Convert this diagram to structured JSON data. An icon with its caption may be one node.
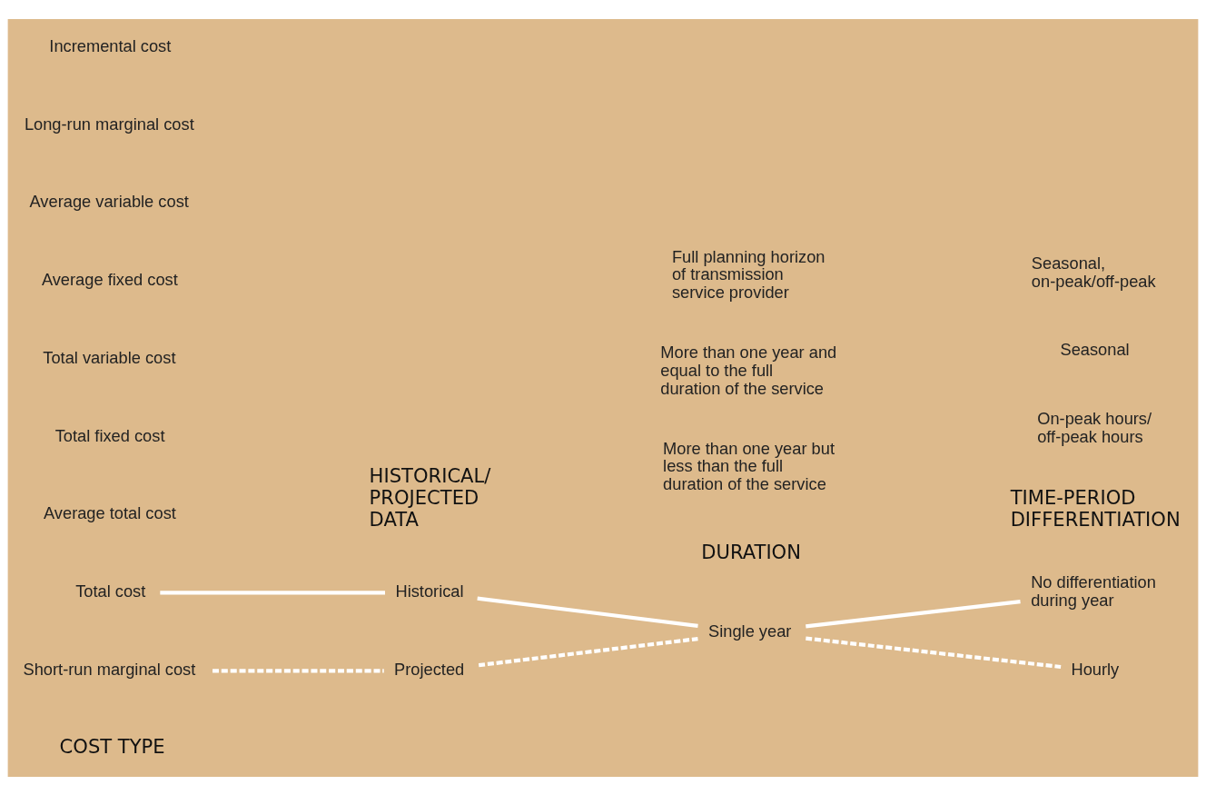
{
  "diagram": {
    "nodes": [
      {
        "text": [
          "Total cost"
        ]
      },
      {
        "text": [
          "Average total cost"
        ]
      },
      {
        "text": [
          "Total fixed cost"
        ]
      },
      {
        "text": [
          "Total variable cost"
        ]
      },
      {
        "text": [
          "Average fixed cost"
        ]
      },
      {
        "text": [
          "Average variable cost"
        ]
      },
      {
        "text": [
          "Short-run marginal cost"
        ]
      },
      {
        "text": [
          "Long-run marginal cost"
        ]
      },
      {
        "text": [
          "Incremental cost"
        ]
      },
      {
        "text": [
          "Historical"
        ]
      },
      {
        "text": [
          "Projected"
        ]
      },
      {
        "text": [
          "Single year"
        ]
      },
      {
        "text": [
          "More than one year but less than the full duration of the service"
        ]
      },
      {
        "text": [
          "More than one year and equal to the full duration of the service"
        ]
      },
      {
        "text": [
          "Full planning horizon of transmission service provider"
        ]
      },
      {
        "text": [
          "No differentiation during year"
        ]
      },
      {
        "text": [
          "On-peak hours/ off-peak hours"
        ]
      },
      {
        "text": [
          "Seasonal"
        ]
      },
      {
        "text": [
          "Seasonal, on-peak/off-peak"
        ]
      },
      {
        "text": [
          "Hourly"
        ]
      }
    ],
    "edges": [
      {
        "from": 0,
        "to": 9,
        "arrow": "none",
        "color": "#ffffff"
      },
      {
        "from": 9,
        "to": 11,
        "arrow": "none",
        "color": "#ffffff"
      },
      {
        "from": 11,
        "to": 15,
        "arrow": "none",
        "color": "#ffffff"
      },
      {
        "from": 6,
        "to": 10,
        "arrow": "none",
        "style": "dashed",
        "color": "#ffffff"
      },
      {
        "from": 10,
        "to": 11,
        "arrow": "none",
        "style": "dashed",
        "color": "#ffffff"
      },
      {
        "from": 11,
        "to": 19,
        "arrow": "none",
        "style": "dashed",
        "color": "#ffffff"
      }
    ],
    "labels": [
      "COST TYPE",
      "HISTORICAL/ PROJECTED DATA",
      "DURATION",
      "TIME-PERIOD DIFFERENTIATION"
    ]
  }
}
